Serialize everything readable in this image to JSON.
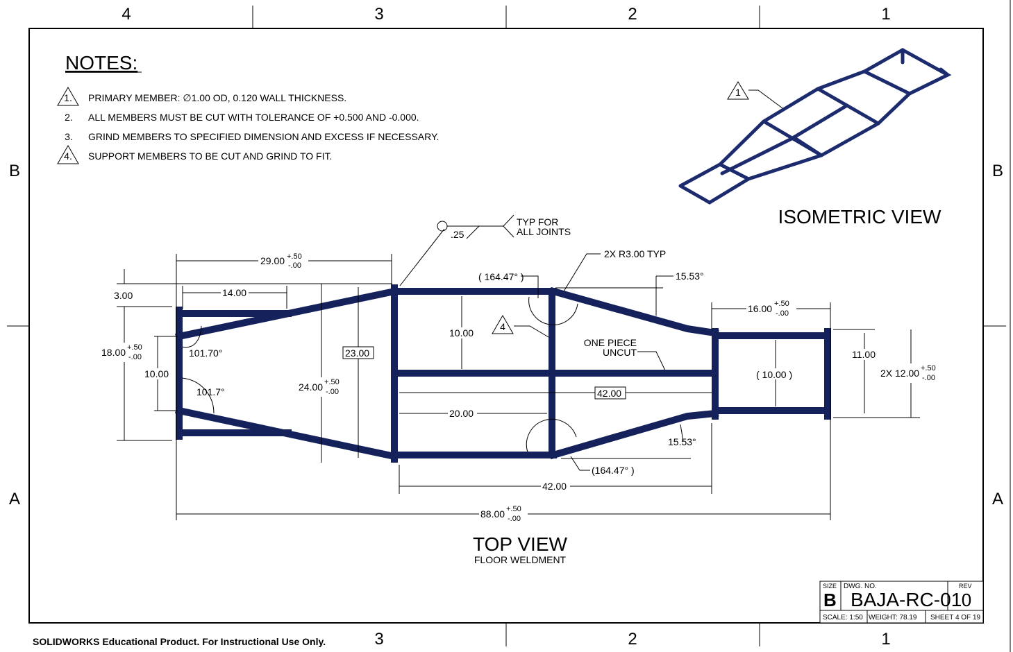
{
  "zones": {
    "columns": [
      "4",
      "3",
      "2",
      "1"
    ],
    "rows": [
      "B",
      "A"
    ]
  },
  "notes": {
    "title": "NOTES:",
    "items": [
      {
        "marker": "1.",
        "text": "PRIMARY MEMBER:  ∅1.00 OD, 0.120 WALL THICKNESS.",
        "flag": true
      },
      {
        "marker": "2.",
        "text": "ALL MEMBERS MUST BE CUT WITH TOLERANCE OF +0.500 AND -0.000.",
        "flag": false
      },
      {
        "marker": "3.",
        "text": "GRIND MEMBERS TO SPECIFIED DIMENSION AND EXCESS IF NECESSARY.",
        "flag": false
      },
      {
        "marker": "4.",
        "text": "SUPPORT MEMBERS TO BE CUT AND GRIND TO FIT.",
        "flag": true
      }
    ]
  },
  "isometric": {
    "title": "ISOMETRIC VIEW",
    "balloon": "1"
  },
  "top_view": {
    "title": "TOP VIEW",
    "subtitle": "FLOOR WELDMENT",
    "weld_symbol": {
      "size": ".25",
      "note1": "TYP FOR",
      "note2": "ALL JOINTS"
    },
    "callouts": {
      "radius": "2X R3.00 TYP",
      "one_piece1": "ONE PIECE",
      "one_piece2": "UNCUT",
      "flag4": "4"
    },
    "dims": {
      "d29": "29.00",
      "d14": "14.00",
      "d3": "3.00",
      "d18": "18.00",
      "d10a": "10.00",
      "a10170": "101.70°",
      "a1017": "101.7°",
      "d24": "24.00",
      "d23": "23.00",
      "d10b": "10.00",
      "d164a": "( 164.47° )",
      "d164b": "(164.47° )",
      "a1553a": "15.53°",
      "a1553b": "15.53°",
      "d42a": "42.00",
      "d20": "20.00",
      "d42b": "42.00",
      "d16": "16.00",
      "d10c": "( 10.00 )",
      "d11": "11.00",
      "d12": "2X 12.00",
      "d88": "88.00",
      "tol_plus": "+.50",
      "tol_minus": "-.00"
    }
  },
  "title_block": {
    "size_label": "SIZE",
    "size": "B",
    "dwg_label": "DWG.  NO.",
    "dwg_no": "BAJA-RC-01",
    "rev_label": "REV",
    "rev": "0",
    "scale": "SCALE: 1:50",
    "weight": "WEIGHT: 78.19",
    "sheet": "SHEET 4 OF 19"
  },
  "footer": "SOLIDWORKS Educational Product. For Instructional Use Only."
}
